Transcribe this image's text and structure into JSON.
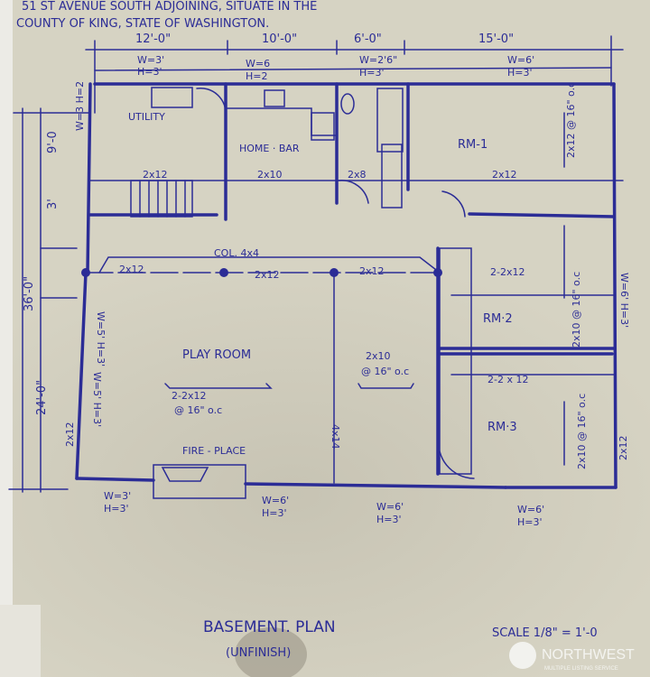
{
  "header": {
    "line1": "51 ST AVENUE SOUTH ADJOINING, SITUATE IN THE",
    "line2": "COUNTY OF KING, STATE OF WASHINGTON."
  },
  "dimensions": {
    "top": [
      "12'-0\"",
      "10'-0\"",
      "6'-0\"",
      "15'-0\""
    ],
    "left_total": "36'-0\"",
    "left_upper": "9'-0",
    "left_mid": "3'",
    "left_lower": "24'-0\""
  },
  "rooms": {
    "utility": "UTILITY",
    "home_bar": "HOME · BAR",
    "rm1": "RM-1",
    "rm2": "RM·2",
    "rm3": "RM·3",
    "play_room": "PLAY ROOM",
    "fireplace": "FIRE - PLACE"
  },
  "framing": {
    "j_2x12_a": "2x12",
    "j_2x10_a": "2x10",
    "j_2x8": "2x8",
    "j_2x12_b": "2x12",
    "rm1_joist": "2x12 @ 16\" o.c",
    "col": "COL. 4x4",
    "beam1": "2x12",
    "beam2": "2x12",
    "beam3": "2x12",
    "rm2_beam": "2-2x12",
    "rm3_beam": "2-2 x 12",
    "rm2_joist": "2x10 @ 16\" o.c",
    "rm3_joist": "2x10 @ 16\" o.c",
    "play_joist": "2-2x12",
    "play_oc": "@ 16\" o.c",
    "center_joist": "2x10",
    "center_oc": "@ 16\" o.c",
    "beam_4x14": "4x14",
    "left_wall": "2x12",
    "right_wall": "2x12"
  },
  "windows": {
    "w_utility": [
      "W=3'",
      "H=3'"
    ],
    "w_bar": [
      "W=6",
      "H=2"
    ],
    "w_bath": [
      "W=2'6\"",
      "H=3'"
    ],
    "w_rm1": [
      "W=6'",
      "H=3'"
    ],
    "w_left_top": "W=3 H=2",
    "w_left_1": "W=5' H=3'",
    "w_left_2": "W=5' H=3'",
    "w_right": "W=6' H=3'",
    "w_bot_1": [
      "W=3'",
      "H=3'"
    ],
    "w_bot_2": [
      "W=6'",
      "H=3'"
    ],
    "w_bot_3": [
      "W=6'",
      "H=3'"
    ],
    "w_bot_4": [
      "W=6'",
      "H=3'"
    ]
  },
  "footer": {
    "title": "BASEMENT. PLAN",
    "subtitle": "(UNFINISH)",
    "scale": "SCALE 1/8\" = 1'-0"
  },
  "watermark": {
    "brand": "NORTHWEST",
    "tagline": "MULTIPLE LISTING SERVICE"
  },
  "colors": {
    "ink": "#2b2c96",
    "paper": "#d6d3c3"
  }
}
